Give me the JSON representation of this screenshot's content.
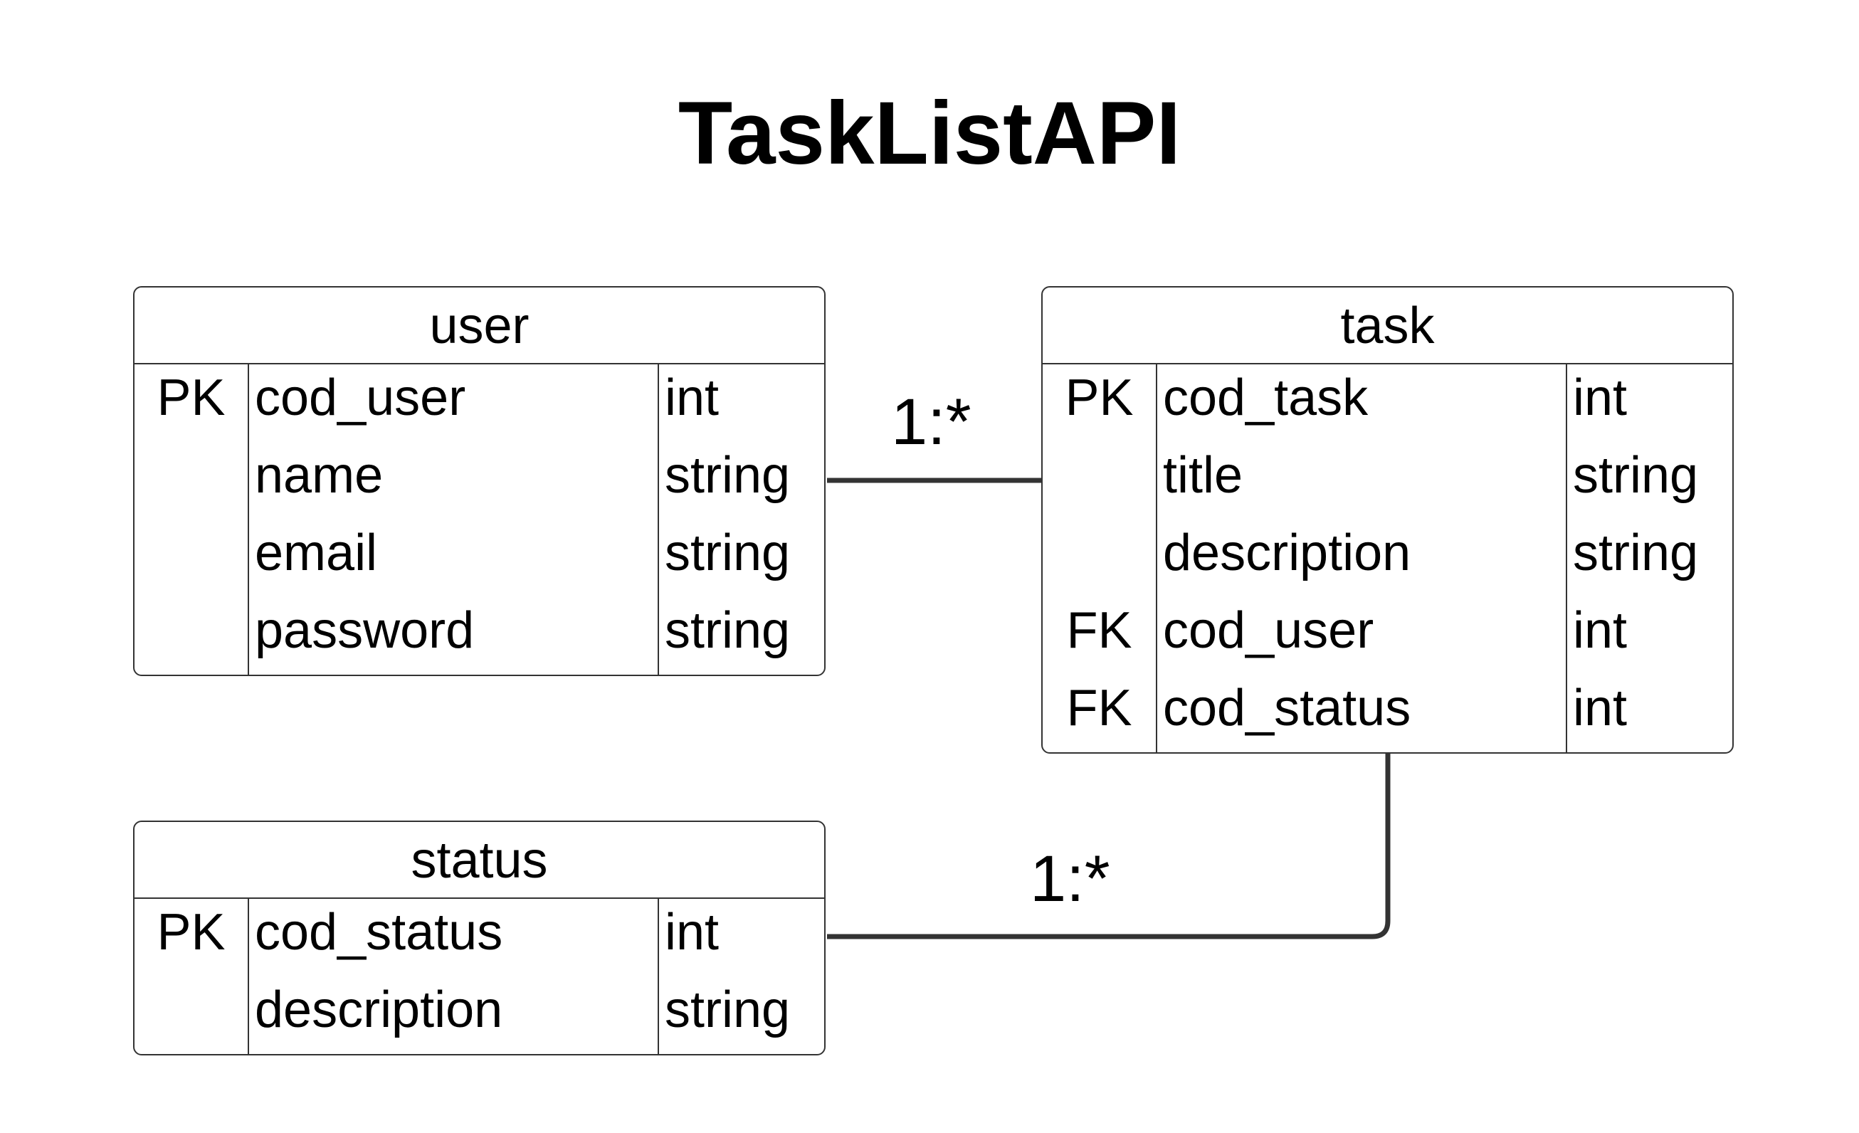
{
  "title": "TaskListAPI",
  "entities": {
    "user": {
      "name": "user",
      "fields": [
        {
          "key": "PK",
          "name": "cod_user",
          "type": "int"
        },
        {
          "key": "",
          "name": "name",
          "type": "string"
        },
        {
          "key": "",
          "name": "email",
          "type": "string"
        },
        {
          "key": "",
          "name": "password",
          "type": "string"
        }
      ]
    },
    "task": {
      "name": "task",
      "fields": [
        {
          "key": "PK",
          "name": "cod_task",
          "type": "int"
        },
        {
          "key": "",
          "name": "title",
          "type": "string"
        },
        {
          "key": "",
          "name": "description",
          "type": "string"
        },
        {
          "key": "FK",
          "name": "cod_user",
          "type": "int"
        },
        {
          "key": "FK",
          "name": "cod_status",
          "type": "int"
        }
      ]
    },
    "status": {
      "name": "status",
      "fields": [
        {
          "key": "PK",
          "name": "cod_status",
          "type": "int"
        },
        {
          "key": "",
          "name": "description",
          "type": "string"
        }
      ]
    }
  },
  "relations": [
    {
      "from": "user",
      "to": "task",
      "label": "1:*"
    },
    {
      "from": "status",
      "to": "task",
      "label": "1:*"
    }
  ],
  "colors": {
    "line": "#333333",
    "text": "#000000",
    "background": "#ffffff"
  }
}
